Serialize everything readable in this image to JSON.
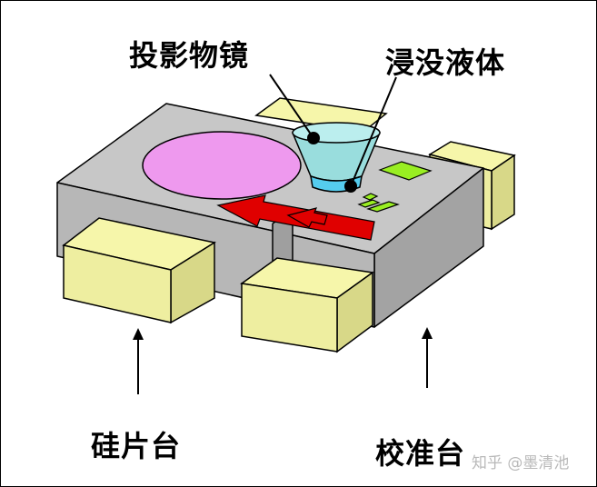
{
  "labels": {
    "lens": "投影物镜",
    "liquid": "浸没液体",
    "wafer_stage": "硅片台",
    "alignment_stage": "校准台"
  },
  "watermark": "知乎 @墨清池",
  "colors": {
    "stage_top": "#c7c7c7",
    "stage_side": "#a3a3a3",
    "stage_front": "#b7b7b7",
    "wafer": "#ee99ee",
    "yellow_block": "#f6f6aa",
    "arrow": "#e00000",
    "lens": "#99dddd",
    "liquid": "#55ccee",
    "sensor": "#99ee22"
  }
}
